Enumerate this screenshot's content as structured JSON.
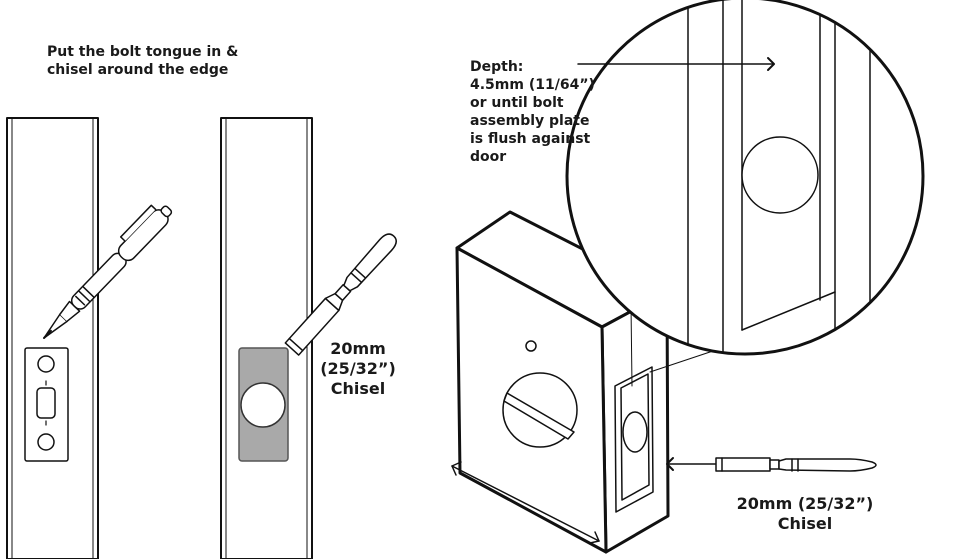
{
  "labels": {
    "instruction": [
      "Put the bolt tongue in &",
      "chisel around the edge"
    ],
    "depth": [
      "Depth:",
      "4.5mm (11/64”)",
      "or until bolt",
      "assembly plate",
      "is flush against",
      "door"
    ],
    "chisel_left": [
      "20mm",
      "(25/32”)",
      "Chisel"
    ],
    "chisel_right": [
      "20mm (25/32”)",
      "Chisel"
    ]
  },
  "colors": {
    "line": "#111111",
    "recess": "#a9a9a9",
    "background": "#ffffff"
  },
  "icons": [
    "pen-icon",
    "chisel-icon",
    "arrow-icon"
  ]
}
